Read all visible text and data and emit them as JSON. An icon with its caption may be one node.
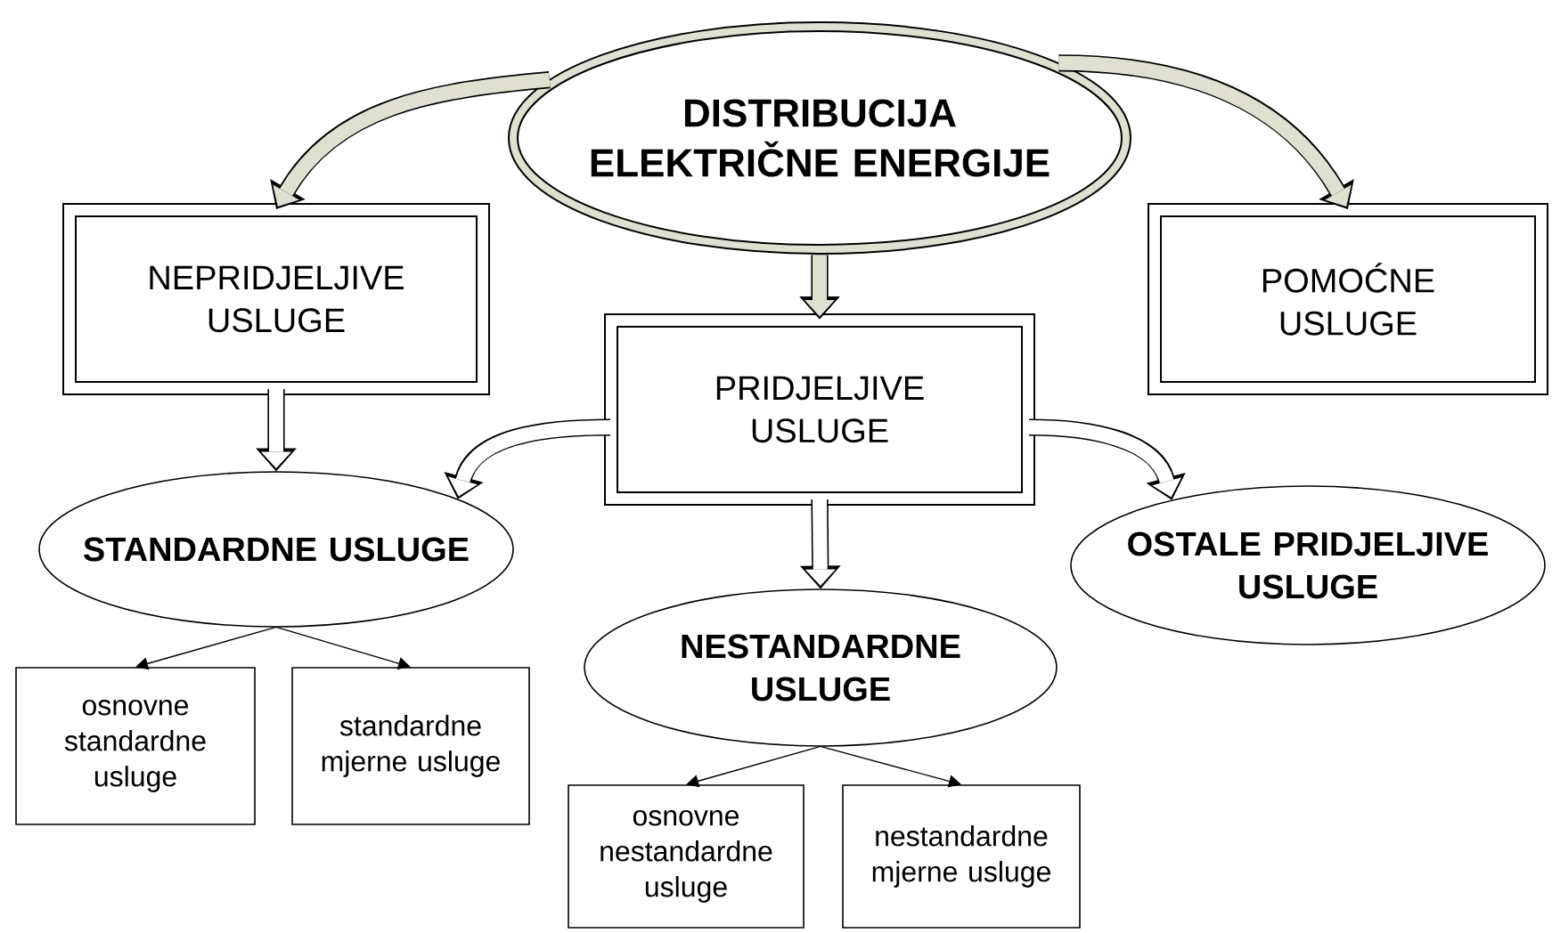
{
  "diagram": {
    "nodes": [
      {
        "text": [
          "DISTRIBUCIJA ELEKTRIČNE ENERGIJE"
        ]
      },
      {
        "text": [
          "NEPRIDJELJIVE USLUGE"
        ]
      },
      {
        "text": [
          "PRIDJELJIVE USLUGE"
        ]
      },
      {
        "text": [
          "POMOĆNE USLUGE"
        ]
      },
      {
        "text": [
          "STANDARDNE USLUGE"
        ]
      },
      {
        "text": [
          "OSTALE PRIDJELJIVE USLUGE"
        ]
      },
      {
        "text": [
          "NESTANDARDNE USLUGE"
        ]
      },
      {
        "text": [
          "osnovne standardne usluge"
        ]
      },
      {
        "text": [
          "standardne mjerne usluge"
        ]
      },
      {
        "text": [
          "osnovne nestandardne usluge"
        ]
      },
      {
        "text": [
          "nestandardne mjerne usluge"
        ]
      }
    ],
    "edges": [
      {
        "from": 0,
        "to": 1,
        "arrow": "to",
        "color": "#dfe0cf"
      },
      {
        "from": 0,
        "to": 2,
        "arrow": "to",
        "color": "#dfe0cf"
      },
      {
        "from": 0,
        "to": 3,
        "arrow": "to",
        "color": "#dfe0cf"
      },
      {
        "from": 1,
        "to": 4,
        "arrow": "to",
        "color": "#ffffff"
      },
      {
        "from": 2,
        "to": 4,
        "arrow": "to",
        "color": "#ffffff"
      },
      {
        "from": 2,
        "to": 6,
        "arrow": "to",
        "color": "#ffffff"
      },
      {
        "from": 2,
        "to": 5,
        "arrow": "to",
        "color": "#ffffff"
      },
      {
        "from": 4,
        "to": 7,
        "arrow": "to",
        "color": "#000000"
      },
      {
        "from": 4,
        "to": 8,
        "arrow": "to",
        "color": "#000000"
      },
      {
        "from": 6,
        "to": 9,
        "arrow": "to",
        "color": "#000000"
      },
      {
        "from": 6,
        "to": 10,
        "arrow": "to",
        "color": "#000000"
      }
    ]
  }
}
